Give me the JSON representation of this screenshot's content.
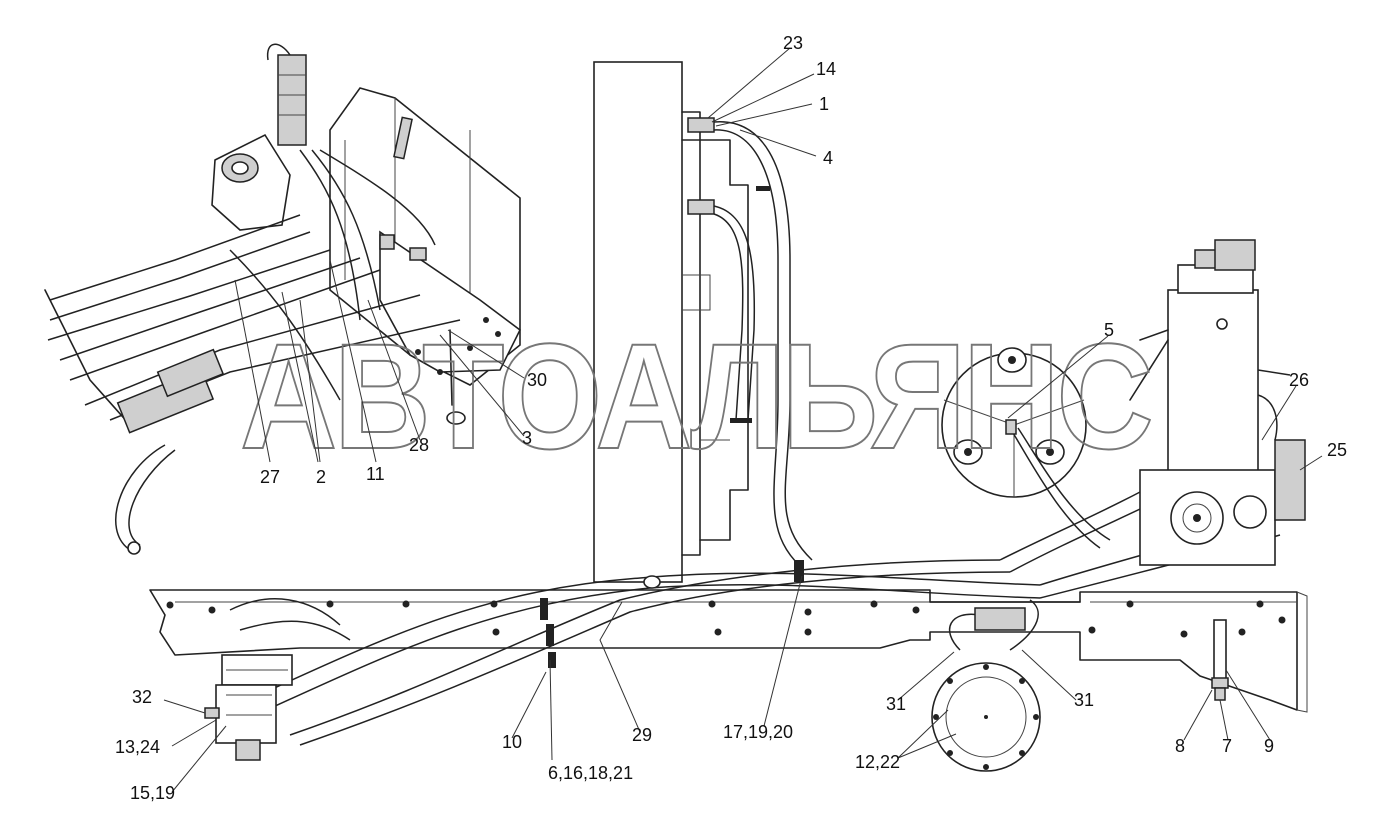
{
  "watermark": "АВТОАЛЬЯНС",
  "callouts": [
    {
      "id": "c23",
      "text": "23"
    },
    {
      "id": "c14",
      "text": "14"
    },
    {
      "id": "c1",
      "text": "1"
    },
    {
      "id": "c4",
      "text": "4"
    },
    {
      "id": "c5",
      "text": "5"
    },
    {
      "id": "c26",
      "text": "26"
    },
    {
      "id": "c25",
      "text": "25"
    },
    {
      "id": "c30",
      "text": "30"
    },
    {
      "id": "c3",
      "text": "3"
    },
    {
      "id": "c28",
      "text": "28"
    },
    {
      "id": "c27",
      "text": "27"
    },
    {
      "id": "c2",
      "text": "2"
    },
    {
      "id": "c11",
      "text": "11"
    },
    {
      "id": "c32",
      "text": "32"
    },
    {
      "id": "c13_24",
      "text": "13,24"
    },
    {
      "id": "c15_19",
      "text": "15,19"
    },
    {
      "id": "c10",
      "text": "10"
    },
    {
      "id": "c6_16",
      "text": "6,16,18,21"
    },
    {
      "id": "c29",
      "text": "29"
    },
    {
      "id": "c17",
      "text": "17,19,20"
    },
    {
      "id": "c31a",
      "text": "31"
    },
    {
      "id": "c31b",
      "text": "31"
    },
    {
      "id": "c12_22",
      "text": "12,22"
    },
    {
      "id": "c8",
      "text": "8"
    },
    {
      "id": "c7",
      "text": "7"
    },
    {
      "id": "c9",
      "text": "9"
    }
  ]
}
